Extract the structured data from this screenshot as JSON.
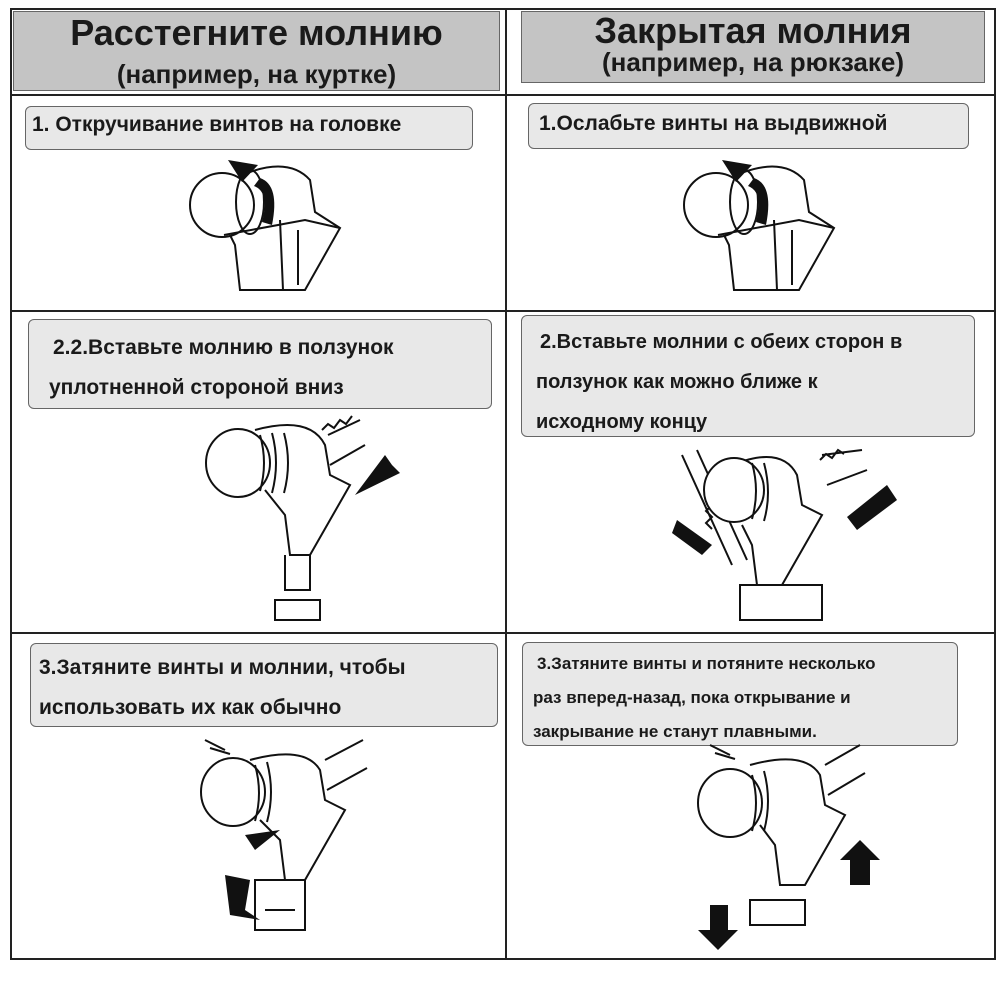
{
  "columns": [
    {
      "title": "Расстегните молнию",
      "subtitle": "(например, на куртке)",
      "steps": [
        {
          "lines": [
            "1. Откручивание винтов на головке"
          ],
          "illustration": "rotate-arrow-icon"
        },
        {
          "lines": [
            "2.2.Вставьте молнию в ползунок",
            "уплотненной стороной вниз"
          ],
          "illustration": "insert-arrow-icon"
        },
        {
          "lines": [
            "3.Затяните винты и молнии, чтобы",
            "использовать их как обычно"
          ],
          "illustration": "pull-arrow-icon"
        }
      ]
    },
    {
      "title": "Закрытая молния",
      "subtitle": "(например, на рюкзаке)",
      "steps": [
        {
          "lines": [
            "1.Ослабьте винты на выдвижной"
          ],
          "illustration": "rotate-arrow-icon"
        },
        {
          "lines": [
            "2.Вставьте молнии с обеих сторон в",
            "ползунок как можно ближе к",
            "исходному концу"
          ],
          "illustration": "insert-both-arrows-icon"
        },
        {
          "lines": [
            "3.Затяните винты и потяните несколько",
            "раз вперед-назад, пока открывание и",
            "закрывание не станут плавными."
          ],
          "illustration": "up-down-arrows-icon"
        }
      ]
    }
  ]
}
